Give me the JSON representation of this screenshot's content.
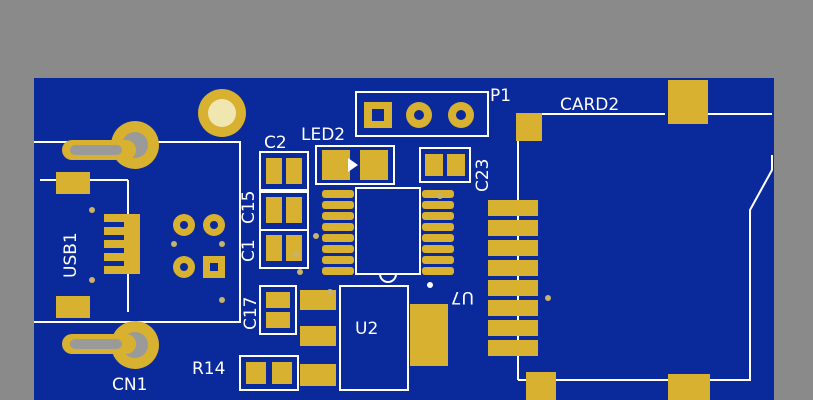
{
  "colors": {
    "background": "#8a8a8a",
    "board": "#0a2a9c",
    "silkscreen": "#ffffff",
    "copper_pad": "#d7b12f",
    "hole": "#f0e6b0"
  },
  "labels": {
    "p1": "P1",
    "card2": "CARD2",
    "led2": "LED2",
    "c2": "C2",
    "c15": "C15",
    "c1": "C1",
    "c23": "C23",
    "usb1": "USB1",
    "cn1": "CN1",
    "u7": "U7",
    "c17": "C17",
    "u2": "U2",
    "r14": "R14"
  }
}
